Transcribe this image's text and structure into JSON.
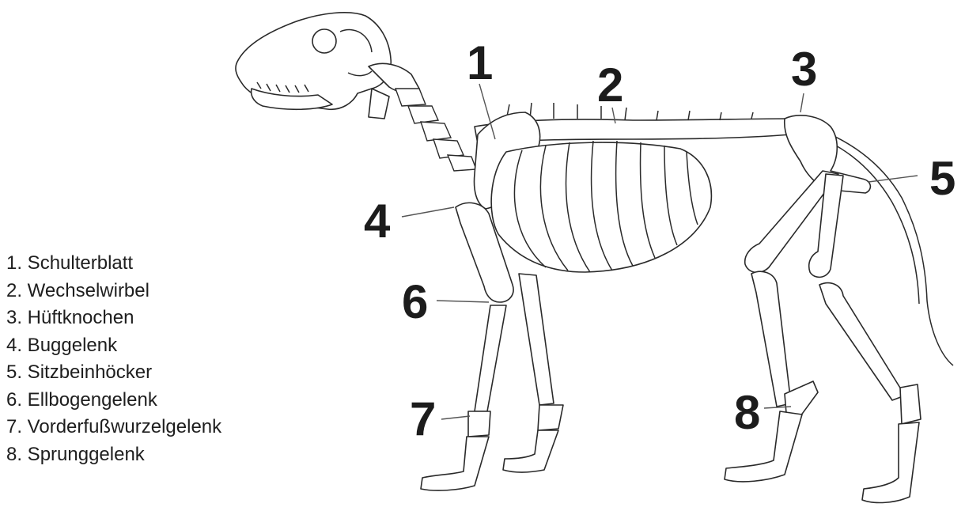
{
  "markers": [
    {
      "id": "1",
      "label": "1"
    },
    {
      "id": "2",
      "label": "2"
    },
    {
      "id": "3",
      "label": "3"
    },
    {
      "id": "4",
      "label": "4"
    },
    {
      "id": "5",
      "label": "5"
    },
    {
      "id": "6",
      "label": "6"
    },
    {
      "id": "7",
      "label": "7"
    },
    {
      "id": "8",
      "label": "8"
    }
  ],
  "legend": [
    "1. Schulterblatt",
    "2. Wechselwirbel",
    "3. Hüftknochen",
    "4. Buggelenk",
    "5. Sitzbeinhöcker",
    "6. Ellbogengelenk",
    "7. Vorderfußwurzelgelenk",
    "8. Sprunggelenk"
  ]
}
